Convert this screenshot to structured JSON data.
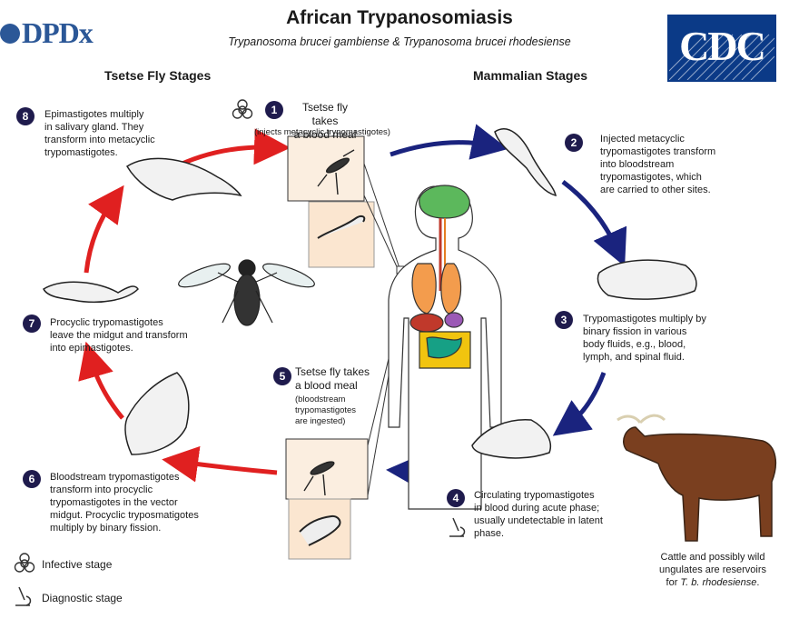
{
  "header": {
    "logo_left": "DPDx",
    "title": "African Trypanosomiasis",
    "subtitle": "Trypanosoma brucei gambiense & Trypanosoma brucei rhodesiense",
    "logo_right": "CDC"
  },
  "sections": {
    "left": "Tsetse Fly Stages",
    "right": "Mammalian Stages"
  },
  "steps": [
    {
      "num": "1",
      "lines": [
        "Tsetse fly takes",
        "a blood meal"
      ],
      "note": "(injects metacyclic trypomastigotes)"
    },
    {
      "num": "2",
      "lines": [
        "Injected metacyclic",
        "trypomastigotes transform",
        "into bloodstream",
        "trypomastigotes, which",
        "are carried to other sites."
      ]
    },
    {
      "num": "3",
      "lines": [
        "Trypomastigotes multiply by",
        "binary fission in various",
        "body fluids, e.g., blood,",
        "lymph, and spinal fluid."
      ]
    },
    {
      "num": "4",
      "lines": [
        "Circulating trypomastigotes",
        "in blood during acute phase;",
        "usually undetectable in latent",
        "phase."
      ]
    },
    {
      "num": "5",
      "lines": [
        "Tsetse fly takes",
        "a blood meal"
      ],
      "note_lines": [
        "(bloodstream",
        "trypomastigotes",
        "are ingested)"
      ]
    },
    {
      "num": "6",
      "lines": [
        "Bloodstream trypomastigotes",
        "transform into procyclic",
        "trypomastigotes in the vector",
        "midgut. Procyclic tryposmatigotes",
        "multiply by binary fission."
      ]
    },
    {
      "num": "7",
      "lines": [
        "Procyclic trypomastigotes",
        "leave the midgut and transform",
        "into epimastigotes."
      ]
    },
    {
      "num": "8",
      "lines": [
        "Epimastigotes multiply",
        "in salivary gland. They",
        "transform into metacyclic",
        "trypomastigotes."
      ]
    }
  ],
  "reservoir": {
    "lines": [
      "Cattle and possibly wild",
      "ungulates are reservoirs"
    ],
    "last_prefix": "for ",
    "last_italic": "T. b. rhodesiense",
    "last_suffix": "."
  },
  "legend": {
    "infective": "Infective stage",
    "diagnostic": "Diagnostic stage"
  },
  "colors": {
    "badge": "#1f1b4d",
    "red_arrow": "#e02020",
    "blue_arrow": "#1a237e",
    "cdc_blue": "#0b3a87",
    "dpdx_blue": "#2b5797"
  }
}
